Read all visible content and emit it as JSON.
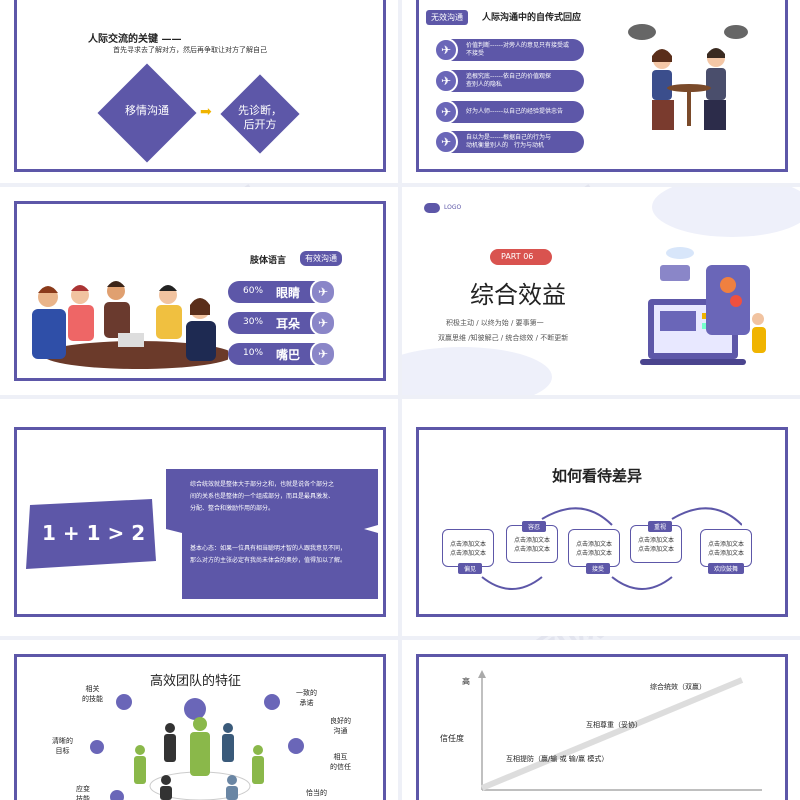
{
  "slide1": {
    "title": "人际交流的关键 ——",
    "subtitle": "首先寻求去了解对方，然后再争取让对方了解自己",
    "diamond1": "移情沟通",
    "diamond2a": "先诊断，",
    "diamond2b": "后开方"
  },
  "slide2": {
    "tag": "无效沟通",
    "title": "人际沟通中的自传式回应",
    "items": [
      {
        "l1": "价值判断------对旁人的意见只有接受或",
        "l2": "不接受"
      },
      {
        "l1": "追根究底------依自己的价值观探",
        "l2": "查别人的隐私"
      },
      {
        "l1": "好为人师------以自己的经验提供忠告",
        "l2": ""
      },
      {
        "l1": "自以为是------根据自己的行为与",
        "l2": "动机衡量别人的　行为与动机"
      }
    ]
  },
  "slide3": {
    "title": "肢体语言",
    "tag": "有效沟通",
    "rows": [
      {
        "pct": "60%",
        "word": "眼睛"
      },
      {
        "pct": "30%",
        "word": "耳朵"
      },
      {
        "pct": "10%",
        "word": "嘴巴"
      }
    ]
  },
  "slide4": {
    "logo": "LOGO",
    "part": "PART  06",
    "title": "综合效益",
    "line1": "积极主动 / 以终为始 / 要事第一",
    "line2": "双赢思维 /知彼解己 / 统合综效 / 不断更新"
  },
  "slide5": {
    "formula": "1 + 1 > 2",
    "p1": [
      "综合统效就是整体大于部分之和，也就是说各个部分之",
      "间的关系也是整体的一个组成部分，而且是最具激发、",
      "分配、整合和激励作用的部分。"
    ],
    "p2": [
      "基本心态：如果一位具有相当聪明才智的人跟我意见不同，",
      "那么对方的主张必定有我尚未体会的奥妙，值得加以了解。"
    ]
  },
  "slide6": {
    "title": "如何看待差异",
    "box_text": [
      "点击添加文本",
      "点击添加文本"
    ],
    "labels": [
      "偏见",
      "容忍",
      "接受",
      "重视",
      "欢欣鼓舞"
    ]
  },
  "slide7": {
    "title": "高效团队的特征",
    "left": [
      [
        "相关",
        "的技能"
      ],
      [
        "清晰的",
        "目标"
      ],
      [
        "应变",
        "技能"
      ]
    ],
    "right": [
      [
        "一致的",
        "承诺"
      ],
      [
        "良好的",
        "沟通"
      ],
      [
        "相互",
        "的信任"
      ],
      [
        "恰当的"
      ]
    ]
  },
  "slide8": {
    "y_high": "高",
    "y_label": "信任度",
    "levels": [
      "综合统效（双赢）",
      "互相尊重（妥协）",
      "互相提防（赢/输 或 输/赢 模式）"
    ]
  },
  "colors": {
    "accent": "#5d57a8",
    "accent_light": "#6a66b8",
    "red": "#d9534f"
  }
}
